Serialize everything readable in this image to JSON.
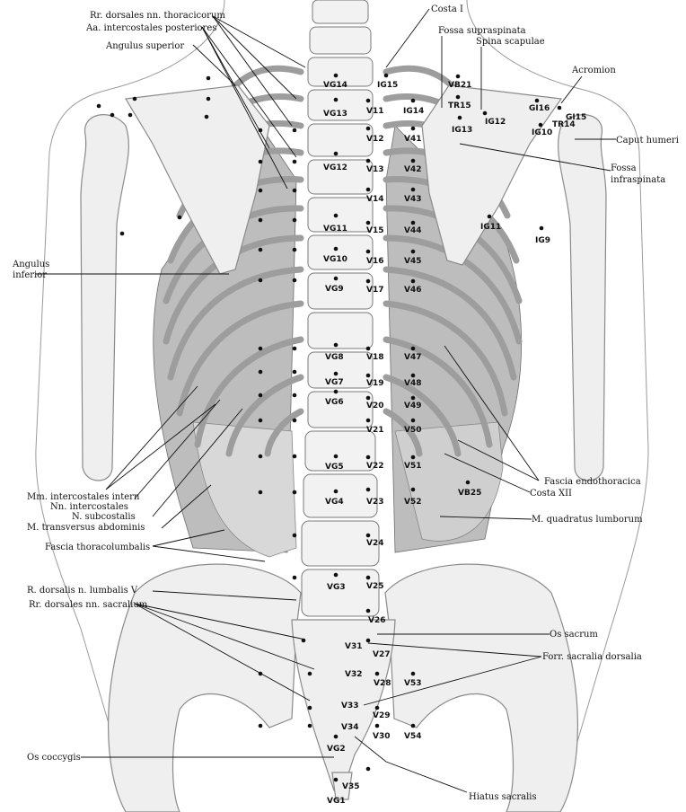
{
  "labels": {
    "rr_dorsales_thor": "Rr. dorsales nn. thoracicorum",
    "aa_intercostales": "Aa. intercostales posteriores",
    "angulus_superior": "Angulus superior",
    "costa_1": "Costa I",
    "fossa_supraspinata": "Fossa supraspinata",
    "spina_scapulae": "Spina scapulae",
    "acromion": "Acromion",
    "caput_humeri": "Caput humeri",
    "fossa_infraspinata_1": "Fossa",
    "fossa_infraspinata_2": "infraspinata",
    "angulus_inferior_1": "Angulus",
    "angulus_inferior_2": "inferior",
    "mm_intercostales": "Mm. intercostales intern",
    "nn_intercostales": "Nn. intercostales",
    "n_subcostalis": "N. subcostalis",
    "m_transversus": "M. transversus abdominis",
    "fascia_thoracolumbalis": "Fascia thoracolumbalis",
    "r_dorsalis_lumbalis": "R. dorsalis n. lumbalis V",
    "rr_dorsales_sacralium": "Rr. dorsales nn. sacralium",
    "fascia_endothoracica": "Fascia endothoracica",
    "costa_xii": "Costa XII",
    "m_quadratus": "M. quadratus lumborum",
    "os_sacrum": "Os sacrum",
    "forr_sacralia": "Forr. sacralia dorsalia",
    "os_coccygis": "Os coccygis",
    "hiatus_sacralis": "Hiatus sacralis"
  },
  "points": {
    "VG14": "VG14",
    "VG13": "VG13",
    "VG12": "VG12",
    "VG11": "VG11",
    "VG10": "VG10",
    "VG9": "VG9",
    "VG8": "VG8",
    "VG7": "VG7",
    "VG6": "VG6",
    "VG5": "VG5",
    "VG4": "VG4",
    "VG3": "VG3",
    "VG2": "VG2",
    "VG1": "VG1",
    "IG15": "IG15",
    "IG14": "IG14",
    "IG13": "IG13",
    "IG12": "IG12",
    "IG11": "IG11",
    "IG10": "IG10",
    "IG9": "IG9",
    "VB21": "VB21",
    "VB25": "VB25",
    "TR15": "TR15",
    "TR14": "TR14",
    "GI16": "GI16",
    "GI15": "GI15",
    "V11": "V11",
    "V12": "V12",
    "V13": "V13",
    "V14": "V14",
    "V15": "V15",
    "V16": "V16",
    "V17": "V17",
    "V18": "V18",
    "V19": "V19",
    "V20": "V20",
    "V21": "V21",
    "V22": "V22",
    "V23": "V23",
    "V24": "V24",
    "V25": "V25",
    "V26": "V26",
    "V27": "V27",
    "V28": "V28",
    "V29": "V29",
    "V30": "V30",
    "V31": "V31",
    "V32": "V32",
    "V33": "V33",
    "V34": "V34",
    "V35": "V35",
    "V41": "V41",
    "V42": "V42",
    "V43": "V43",
    "V44": "V44",
    "V45": "V45",
    "V46": "V46",
    "V47": "V47",
    "V48": "V48",
    "V49": "V49",
    "V50": "V50",
    "V51": "V51",
    "V52": "V52",
    "V53": "V53",
    "V54": "V54"
  }
}
